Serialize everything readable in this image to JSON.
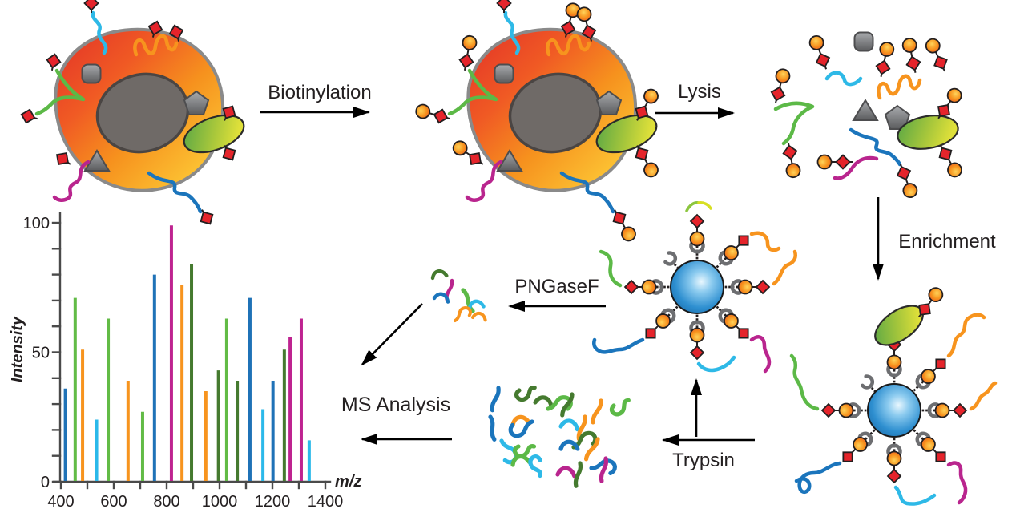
{
  "figure": {
    "background": "#ffffff",
    "steps": {
      "biotinylation": "Biotinylation",
      "lysis": "Lysis",
      "enrichment": "Enrichment",
      "trypsin": "Trypsin",
      "pngasef": "PNGaseF",
      "ms_analysis": "MS Analysis"
    }
  },
  "palette": {
    "glycan_diamond_red": "#e5242b",
    "biotin_orange": "#f7941e",
    "bead_blue": "#1c75bb",
    "cell_red": "#e23128",
    "cell_orange": "#f6921e",
    "cell_yellow": "#ffd83c",
    "nucleus_gray": "#6f6a67",
    "organelle_gray": "#808285",
    "olive_green": "#a8c73b",
    "arrow_black": "#000000"
  },
  "chart_data": {
    "type": "bar",
    "title": "",
    "xlabel": "m/z",
    "ylabel": "Intensity",
    "xlim": [
      400,
      1450
    ],
    "ylim": [
      0,
      100
    ],
    "x_ticks_labeled": [
      400,
      600,
      800,
      1000,
      1200,
      1400
    ],
    "x_tick_minor_step": 100,
    "y_ticks_labeled": [
      0,
      50,
      100
    ],
    "y_tick_minor_step": 10,
    "grid": false,
    "legend": false,
    "colors": {
      "blue": "#1f72b7",
      "green": "#62bb46",
      "orange": "#f7941e",
      "cyan": "#2bb9ea",
      "magenta": "#be2390",
      "darkgreen": "#457a2f"
    },
    "points": [
      {
        "mz": 417,
        "intensity": 36,
        "color": "blue"
      },
      {
        "mz": 454,
        "intensity": 71,
        "color": "green"
      },
      {
        "mz": 482,
        "intensity": 51,
        "color": "orange"
      },
      {
        "mz": 535,
        "intensity": 24,
        "color": "cyan"
      },
      {
        "mz": 579,
        "intensity": 63,
        "color": "green"
      },
      {
        "mz": 654,
        "intensity": 39,
        "color": "orange"
      },
      {
        "mz": 709,
        "intensity": 27,
        "color": "green"
      },
      {
        "mz": 754,
        "intensity": 80,
        "color": "blue"
      },
      {
        "mz": 818,
        "intensity": 99,
        "color": "magenta"
      },
      {
        "mz": 858,
        "intensity": 76,
        "color": "orange"
      },
      {
        "mz": 894,
        "intensity": 84,
        "color": "darkgreen"
      },
      {
        "mz": 948,
        "intensity": 35,
        "color": "orange"
      },
      {
        "mz": 996,
        "intensity": 43,
        "color": "darkgreen"
      },
      {
        "mz": 1027,
        "intensity": 63,
        "color": "green"
      },
      {
        "mz": 1067,
        "intensity": 39,
        "color": "darkgreen"
      },
      {
        "mz": 1115,
        "intensity": 71,
        "color": "blue"
      },
      {
        "mz": 1164,
        "intensity": 28,
        "color": "cyan"
      },
      {
        "mz": 1202,
        "intensity": 39,
        "color": "blue"
      },
      {
        "mz": 1245,
        "intensity": 51,
        "color": "darkgreen"
      },
      {
        "mz": 1267,
        "intensity": 56,
        "color": "magenta"
      },
      {
        "mz": 1309,
        "intensity": 63,
        "color": "magenta"
      },
      {
        "mz": 1339,
        "intensity": 16,
        "color": "cyan"
      }
    ]
  }
}
